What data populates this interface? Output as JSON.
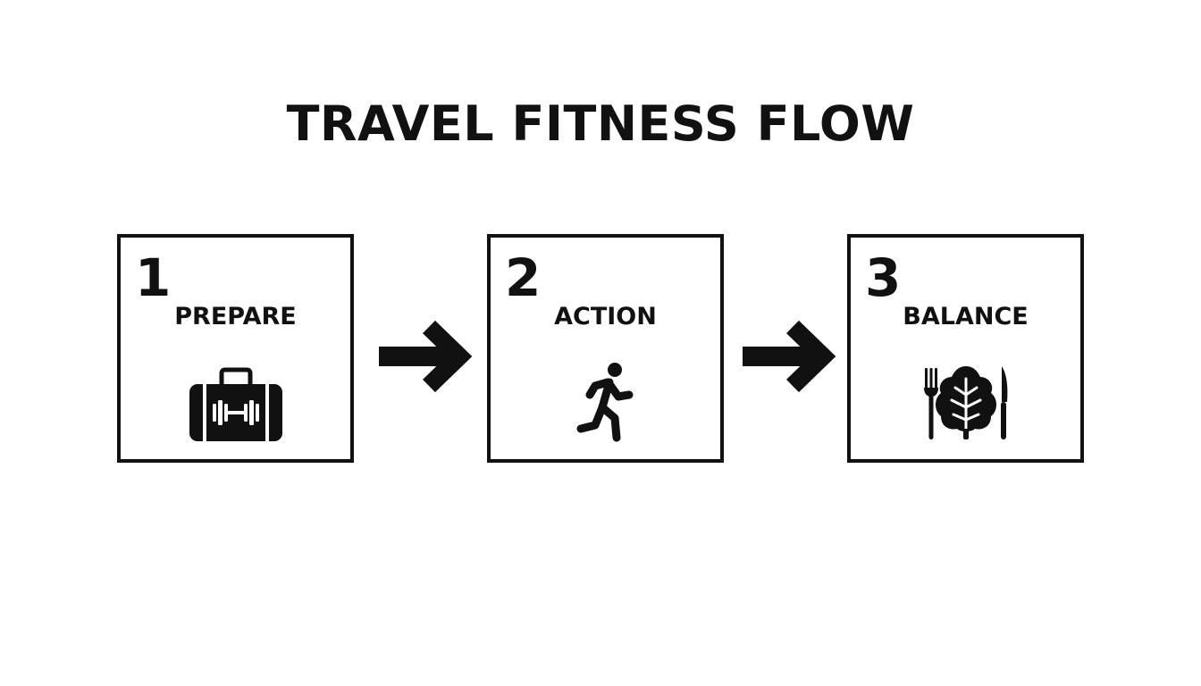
{
  "title": "TRAVEL FITNESS FLOW",
  "steps": [
    {
      "number": "1",
      "label": "PREPARE",
      "icon": "suitcase-dumbbell-icon"
    },
    {
      "number": "2",
      "label": "ACTION",
      "icon": "running-person-icon"
    },
    {
      "number": "3",
      "label": "BALANCE",
      "icon": "fork-leaf-knife-icon"
    }
  ],
  "colors": {
    "ink": "#111111",
    "background": "#ffffff"
  }
}
